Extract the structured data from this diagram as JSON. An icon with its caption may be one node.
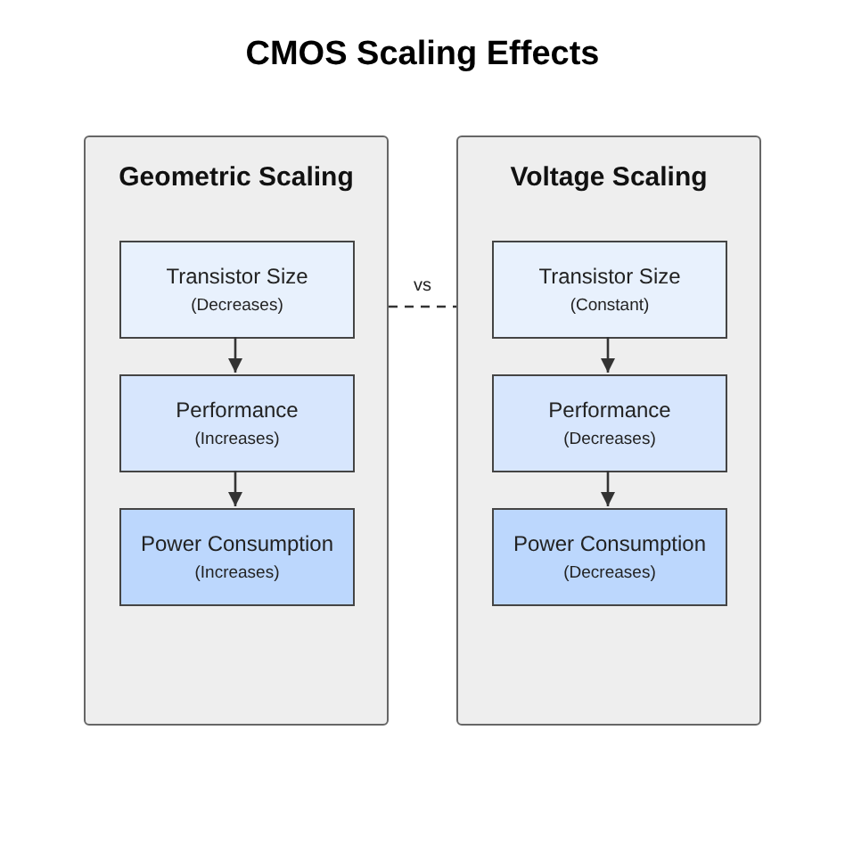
{
  "diagram": {
    "title": "CMOS Scaling Effects",
    "nodes": [
      {
        "text": [
          "Geometric Scaling"
        ]
      },
      {
        "text": [
          "Transistor Size",
          "(Decreases)"
        ],
        "in": 0
      },
      {
        "text": [
          "Performance",
          "(Increases)"
        ],
        "in": 0
      },
      {
        "text": [
          "Power Consumption",
          "(Increases)"
        ],
        "in": 0
      },
      {
        "text": [
          "Voltage Scaling"
        ]
      },
      {
        "text": [
          "Transistor Size",
          "(Constant)"
        ],
        "in": 4
      },
      {
        "text": [
          "Performance",
          "(Decreases)"
        ],
        "in": 4
      },
      {
        "text": [
          "Power Consumption",
          "(Decreases)"
        ],
        "in": 4
      }
    ],
    "edges": [
      {
        "from": 1,
        "to": 2,
        "arrow": "to"
      },
      {
        "from": 2,
        "to": 3,
        "arrow": "to"
      },
      {
        "from": 5,
        "to": 6,
        "arrow": "to"
      },
      {
        "from": 6,
        "to": 7,
        "arrow": "to"
      },
      {
        "from": 0,
        "to": 4,
        "arrow": "none",
        "label": "vs",
        "style": "dashed"
      }
    ]
  }
}
